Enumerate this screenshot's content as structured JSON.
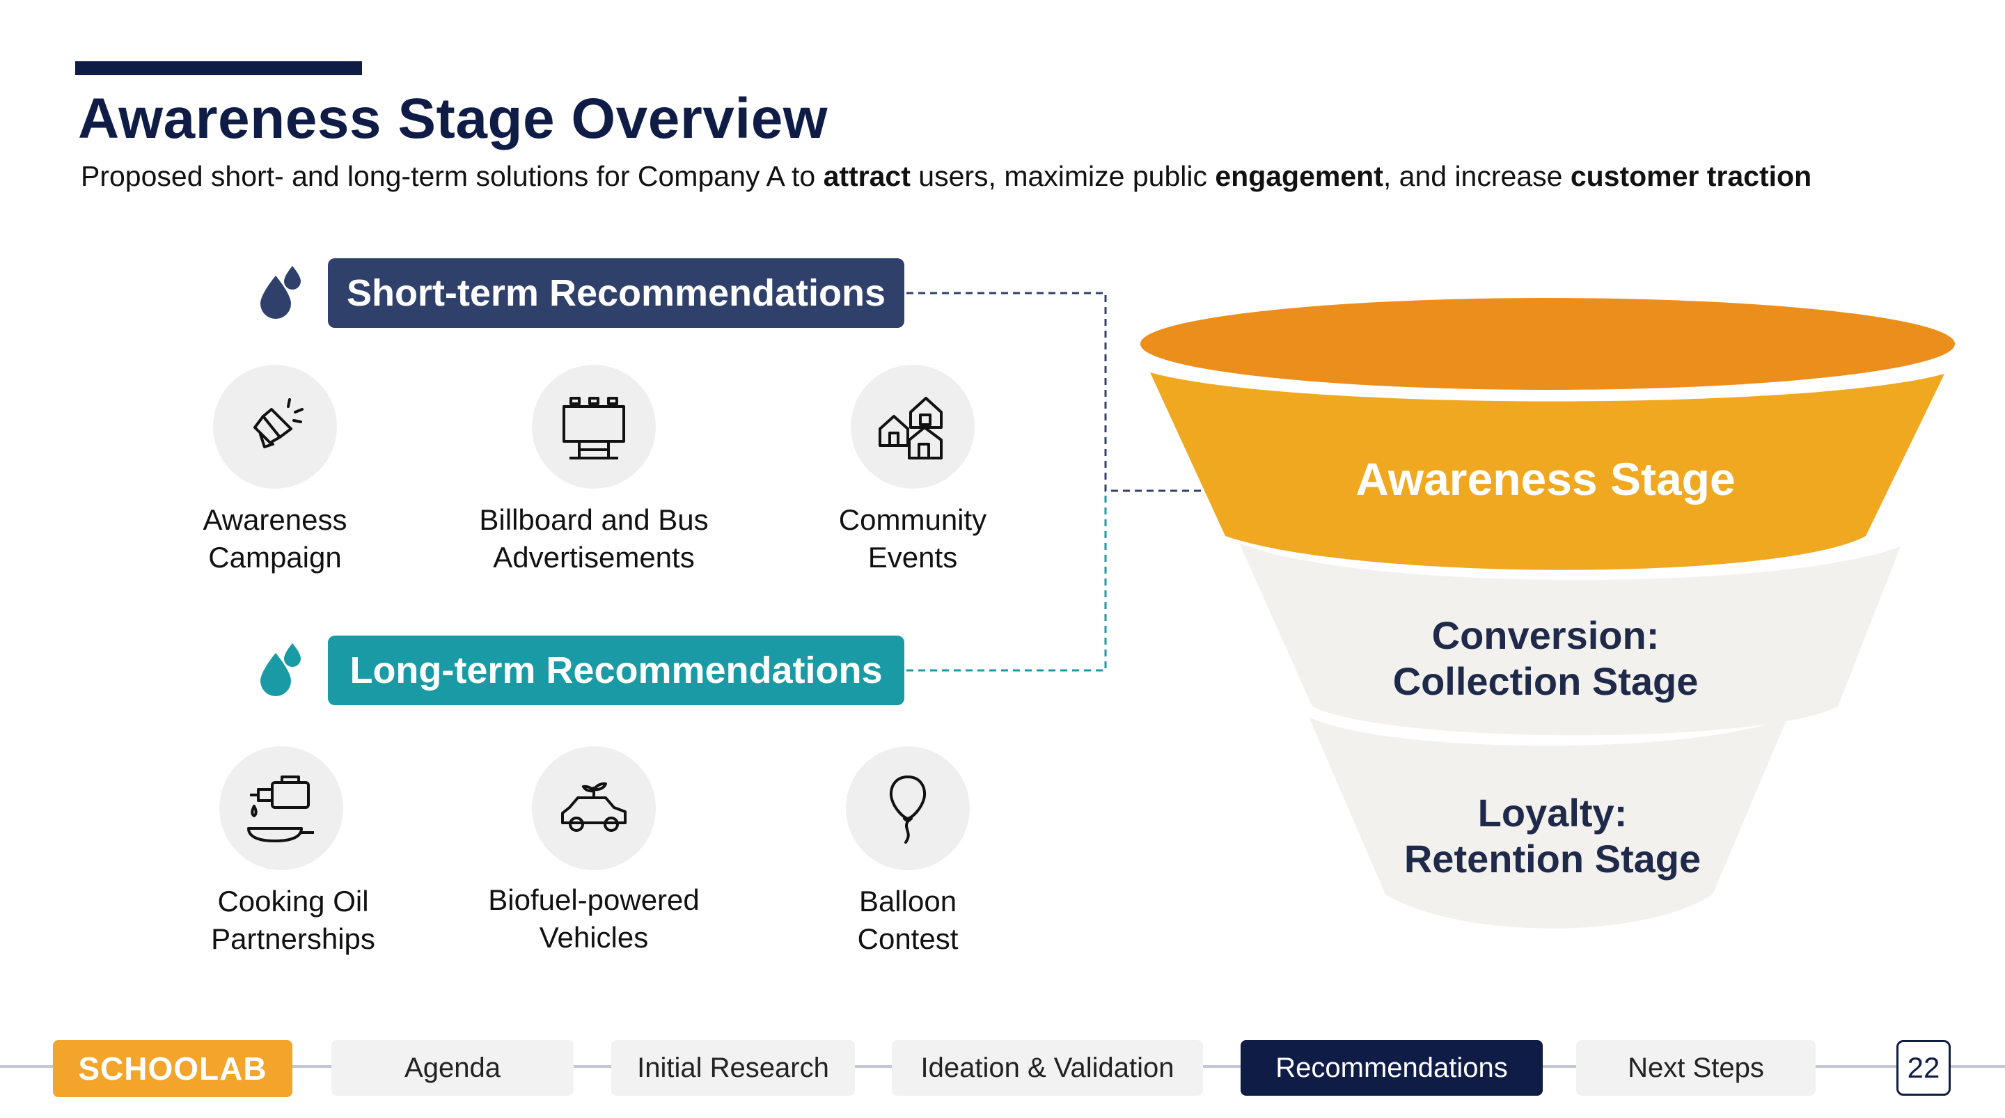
{
  "header": {
    "title": "Awareness Stage Overview",
    "subtitle": {
      "part1": "Proposed short- and long-term solutions for Company A to ",
      "bold1": "attract",
      "part2": " users, maximize public ",
      "bold2": "engagement",
      "part3": ", and increase ",
      "bold3": "customer traction"
    }
  },
  "short_term": {
    "title": "Short-term Recommendations",
    "color": "#2f406b",
    "items": [
      {
        "line1": "Awareness",
        "line2": "Campaign",
        "icon": "megaphone-icon"
      },
      {
        "line1": "Billboard and Bus",
        "line2": "Advertisements",
        "icon": "billboard-icon"
      },
      {
        "line1": "Community",
        "line2": "Events",
        "icon": "houses-icon"
      }
    ]
  },
  "long_term": {
    "title": "Long-term Recommendations",
    "color": "#1a9aa5",
    "items": [
      {
        "line1": "Cooking Oil",
        "line2": "Partnerships",
        "icon": "oil-can-icon"
      },
      {
        "line1": "Biofuel-powered",
        "line2": "Vehicles",
        "icon": "eco-car-icon"
      },
      {
        "line1": "Balloon",
        "line2": "Contest",
        "icon": "balloon-icon"
      }
    ]
  },
  "funnel": {
    "awareness": "Awareness Stage",
    "conversion_line1": "Conversion:",
    "conversion_line2": "Collection Stage",
    "loyalty_line1": "Loyalty:",
    "loyalty_line2": "Retention Stage",
    "top_color": "#ec8e1c",
    "awareness_color": "#f0a820",
    "lower_color": "#f3f1ee"
  },
  "nav": {
    "logo": "SCHOOLAB",
    "tabs": [
      "Agenda",
      "Initial Research",
      "Ideation & Validation",
      "Recommendations",
      "Next Steps"
    ],
    "active": "Recommendations",
    "page_number": "22"
  }
}
